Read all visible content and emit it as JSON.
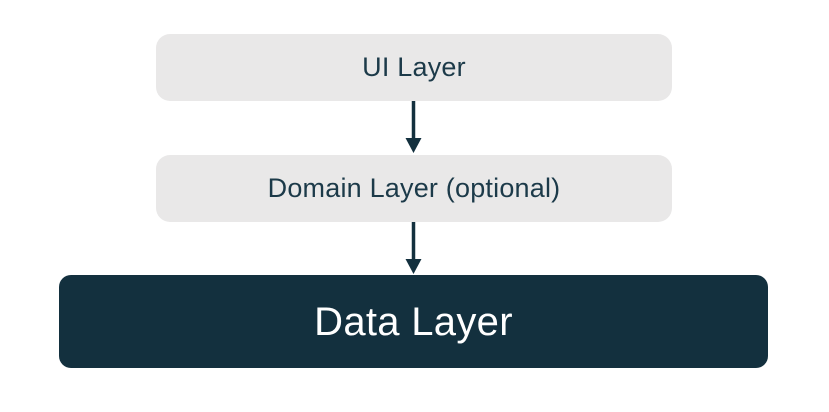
{
  "diagram": {
    "description": "App architecture layers diagram",
    "nodes": [
      {
        "id": "ui",
        "label": "UI Layer",
        "variant": "light"
      },
      {
        "id": "domain",
        "label": "Domain Layer (optional)",
        "variant": "light"
      },
      {
        "id": "data",
        "label": "Data Layer",
        "variant": "dark"
      }
    ],
    "edges": [
      {
        "from": "ui",
        "to": "domain",
        "icon": "arrow-down-icon"
      },
      {
        "from": "domain",
        "to": "data",
        "icon": "arrow-down-icon"
      }
    ],
    "colors": {
      "background": "#FFFFFF",
      "light_box_bg": "#E9E8E8",
      "dark_box_bg": "#13303E",
      "text_on_light": "#1C3A49",
      "text_on_dark": "#FFFFFF",
      "arrow": "#13303E"
    }
  }
}
